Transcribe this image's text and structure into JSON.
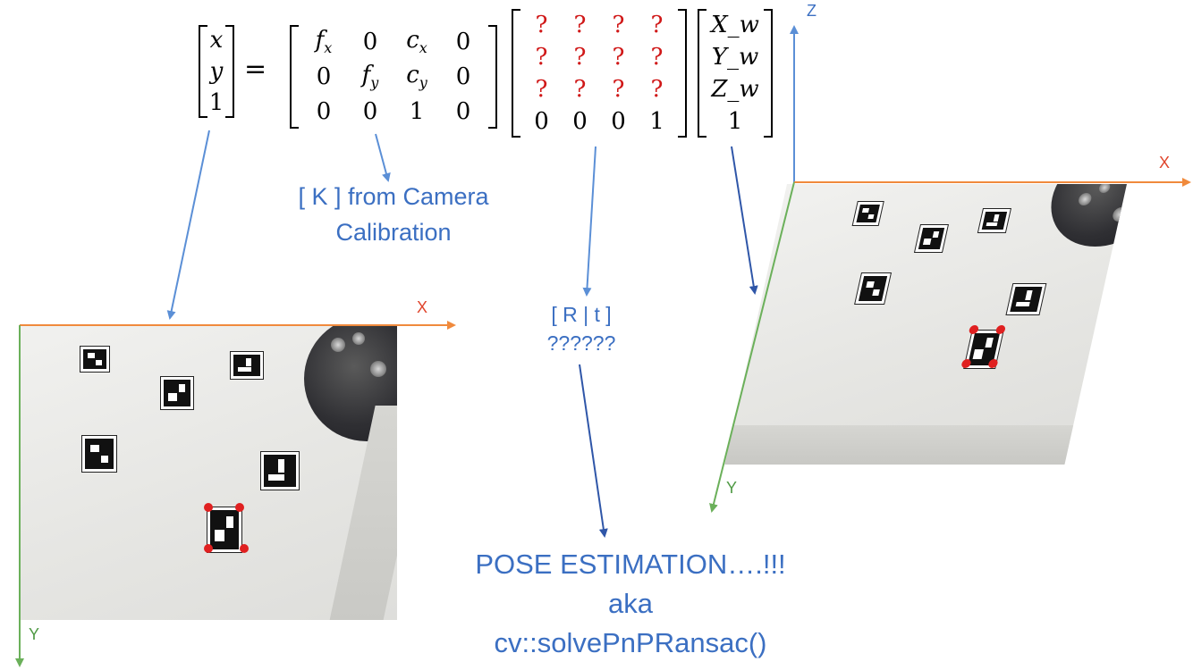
{
  "equation": {
    "pixel_vector": [
      "x",
      "y",
      "1"
    ],
    "equals": "=",
    "intrinsic_rows": [
      [
        {
          "t": "f",
          "s": "x",
          "italic": true
        },
        {
          "t": "0"
        },
        {
          "t": "c",
          "s": "x",
          "italic": true
        },
        {
          "t": "0"
        }
      ],
      [
        {
          "t": "0"
        },
        {
          "t": "f",
          "s": "y",
          "italic": true
        },
        {
          "t": "c",
          "s": "y",
          "italic": true
        },
        {
          "t": "0"
        }
      ],
      [
        {
          "t": "0"
        },
        {
          "t": "0"
        },
        {
          "t": "1"
        },
        {
          "t": "0"
        }
      ]
    ],
    "extrinsic_rows": [
      [
        "?",
        "?",
        "?",
        "?"
      ],
      [
        "?",
        "?",
        "?",
        "?"
      ],
      [
        "?",
        "?",
        "?",
        "?"
      ],
      [
        "0",
        "0",
        "0",
        "1"
      ]
    ],
    "world_vector": [
      "X_w",
      "Y_w",
      "Z_w",
      "1"
    ]
  },
  "annotations": {
    "k_label_line1": "[ K ] from Camera",
    "k_label_line2": "Calibration",
    "rt_label_line1": "[ R | t ]",
    "rt_label_line2": "??????",
    "result_line1": "POSE ESTIMATION….!!!",
    "result_line2": "aka",
    "result_line3": "cv::solvePnPRansac()"
  },
  "axes": {
    "left_x": "X",
    "left_y": "Y",
    "right_z": "Z",
    "right_x": "X",
    "right_y": "Y"
  },
  "colors": {
    "arrow_blue": "#5b8fd6",
    "text_blue": "#3b6fc2",
    "unknown_red": "#d01818",
    "axis_orange": "#f08a3c",
    "axis_green": "#6bb05a",
    "axis_blue": "#5b8fd6",
    "corner_red": "#e02020"
  }
}
